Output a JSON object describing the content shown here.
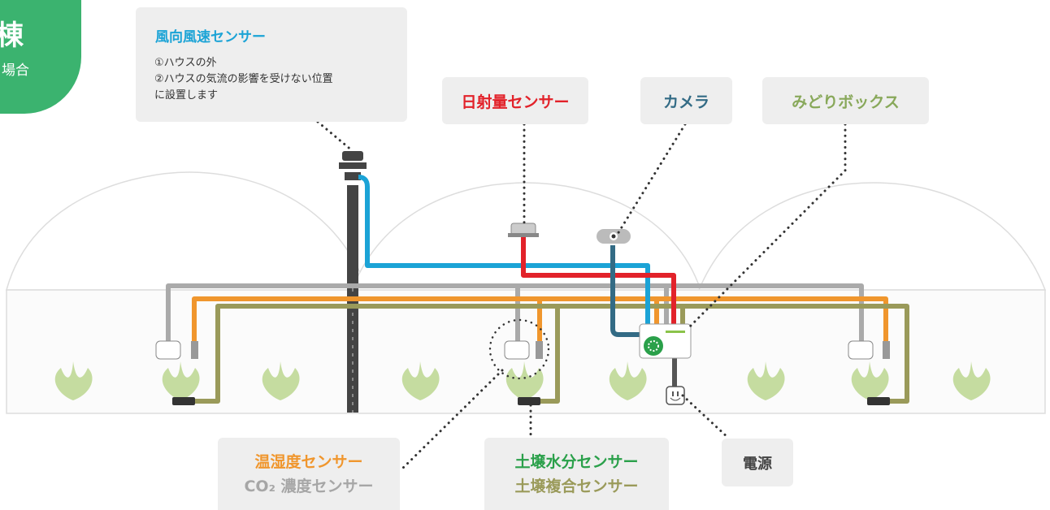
{
  "badge": {
    "line1": "連棟",
    "line2": "場合"
  },
  "labels": {
    "wind_title": "風向風速センサー",
    "wind_desc_1": "①ハウスの外",
    "wind_desc_2": "②ハウスの気流の影響を受けない位置",
    "wind_desc_3": "に設置します",
    "solar": "日射量センサー",
    "camera": "カメラ",
    "midori_box": "みどりボックス",
    "temp_humidity": "温湿度センサー",
    "co2": "CO₂ 濃度センサー",
    "soil_moisture": "土壌水分センサー",
    "soil_composite": "土壌複合センサー",
    "power": "電源"
  },
  "colors": {
    "badge": "#3bb36f",
    "wind": "#1ba3d6",
    "solar": "#e2222a",
    "camera": "#336b85",
    "midori": "#88a85a",
    "temp": "#f0962d",
    "co2": "#a6a6a6",
    "soil_moisture": "#2aa04a",
    "soil_composite": "#9a9a5a",
    "gray_cable": "#aaaaaa",
    "olive_cable": "#9a9a5a",
    "plant": "#c5dca0"
  }
}
